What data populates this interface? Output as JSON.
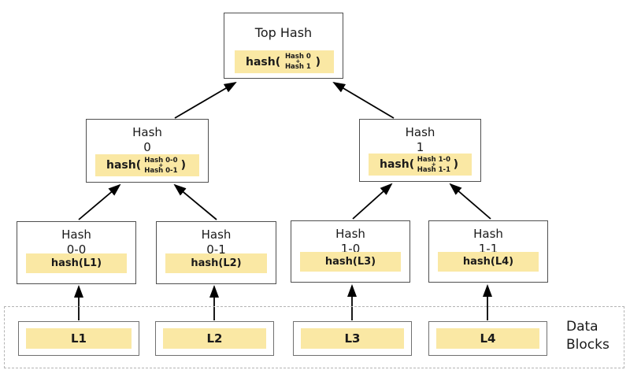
{
  "colors": {
    "highlight": "#fae8a4",
    "node_border": "#4f4f4f",
    "block_border": "#707070",
    "dashed_border": "#b4b4b4",
    "arrow": "#000000",
    "text": "#1a1a1a",
    "background": "#ffffff"
  },
  "nodes": {
    "top": {
      "title": "Top Hash",
      "func_open": "hash(",
      "operand1": "Hash 0",
      "operator": "+",
      "operand2": "Hash 1",
      "func_close": ")"
    },
    "hash0": {
      "title_line1": "Hash",
      "title_line2": "0",
      "func_open": "hash(",
      "operand1": "Hash 0-0",
      "operator": "+",
      "operand2": "Hash 0-1",
      "func_close": ")"
    },
    "hash1": {
      "title_line1": "Hash",
      "title_line2": "1",
      "func_open": "hash(",
      "operand1": "Hash 1-0",
      "operator": "+",
      "operand2": "Hash 1-1",
      "func_close": ")"
    },
    "hash00": {
      "title_line1": "Hash",
      "title_line2": "0-0",
      "formula": "hash(L1)"
    },
    "hash01": {
      "title_line1": "Hash",
      "title_line2": "0-1",
      "formula": "hash(L2)"
    },
    "hash10": {
      "title_line1": "Hash",
      "title_line2": "1-0",
      "formula": "hash(L3)"
    },
    "hash11": {
      "title_line1": "Hash",
      "title_line2": "1-1",
      "formula": "hash(L4)"
    }
  },
  "data_blocks": {
    "label_line1": "Data",
    "label_line2": "Blocks",
    "blocks": [
      {
        "label": "L1"
      },
      {
        "label": "L2"
      },
      {
        "label": "L3"
      },
      {
        "label": "L4"
      }
    ]
  }
}
